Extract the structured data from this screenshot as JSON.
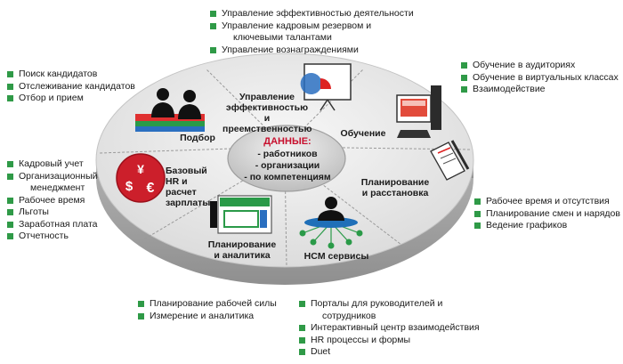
{
  "center": {
    "title": "ДАННЫЕ:",
    "items": [
      "- работников",
      "- организации",
      "- по компетенциям"
    ]
  },
  "segments": {
    "recruiting": [
      "Подбор"
    ],
    "performance": [
      "Управление",
      "эффективностью и",
      "преемственностью"
    ],
    "learning": [
      "Обучение"
    ],
    "planning_placement": [
      "Планирование",
      "и расстановка"
    ],
    "hcm": [
      "HCM сервисы"
    ],
    "planning_analytics": [
      "Планирование",
      "и аналитика"
    ],
    "core_hr": [
      "Базовый",
      "HR и",
      "расчет",
      "зарплаты"
    ]
  },
  "lists": {
    "top": [
      "Управление эффективностью деятельности",
      "Управление кадровым резервом и",
      "ключевыми талантами",
      "Управление вознаграждениями"
    ],
    "top_left": [
      "Поиск кандидатов",
      "Отслеживание кандидатов",
      "Отбор и прием"
    ],
    "left": [
      "Кадровый учет",
      "Организационный",
      "менеджмент",
      "Рабочее время",
      "Льготы",
      "Заработная плата",
      "Отчетность"
    ],
    "top_right": [
      "Обучение в аудиториях",
      "Обучение в виртуальных классах",
      "Взаимодействие"
    ],
    "right": [
      "Рабочее время и отсутствия",
      "Планирование смен и нарядов",
      "Ведение графиков"
    ],
    "bottom_left": [
      "Планирование рабочей силы",
      "Измерение и аналитика"
    ],
    "bottom_right": [
      "Порталы для руководителей и",
      "сотрудников",
      "Интерактивный центр взаимодействия",
      "HR процессы и формы",
      "Duet"
    ]
  },
  "icons": {
    "currency": [
      "¥",
      "$",
      "€"
    ]
  },
  "colors": {
    "bullet": "#2f9a47",
    "center_title": "#c8102e",
    "disk_top": "#ededed",
    "disk_side": "#b5b5b5",
    "hub": "#dcdcdc"
  }
}
